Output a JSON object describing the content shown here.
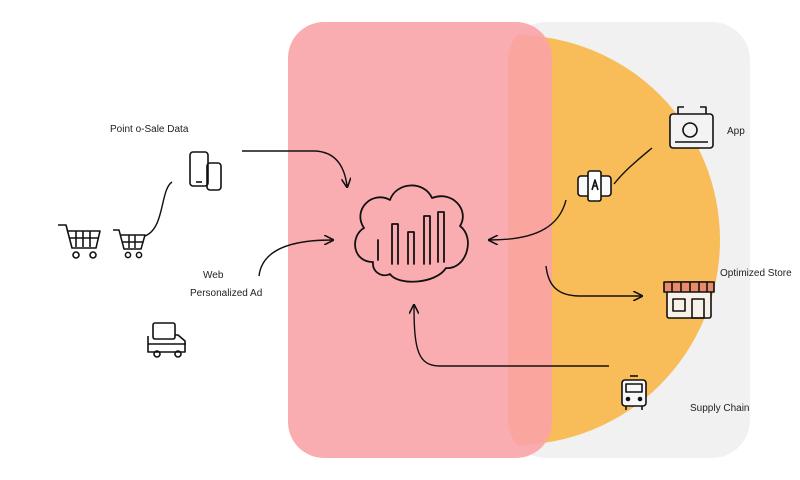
{
  "labels": {
    "point_of_sale": "Point o-Sale Data",
    "web": "Web",
    "personalized_ad": "Personalized Ad",
    "app": "App",
    "optimized_store": "Optimized Store",
    "supply_chain": "Supply Chain"
  },
  "colors": {
    "pink_panel": "#f9a9ab",
    "pink_overlap": "#f4b49a",
    "gray_panel": "#f1f1f1",
    "orange_circle": "#f8bc58",
    "ink": "#111111"
  },
  "icons": {
    "phones": "smartphone-pair-icon",
    "cart_large": "shopping-cart-icon",
    "cart_small": "shopping-cart-icon",
    "truck": "delivery-truck-icon",
    "cloud_chart": "cloud-bar-chart-icon",
    "camera_box": "camera-box-icon",
    "phone_device": "mobile-device-icon",
    "store": "storefront-icon",
    "bus": "bus-icon"
  }
}
